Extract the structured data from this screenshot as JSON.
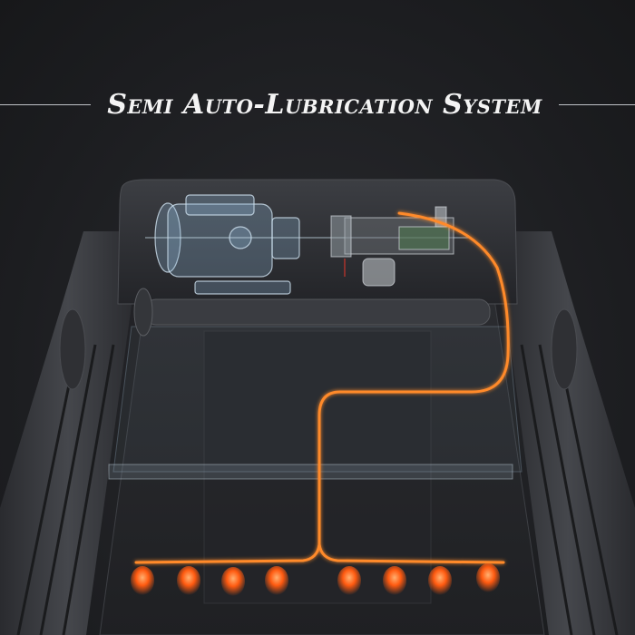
{
  "title": "Semi Auto-Lubrication System",
  "colors": {
    "background": "#1e1f22",
    "frame": "#2e2f33",
    "rail": "#3a3b3f",
    "glass": "#8fb6d6",
    "lube_line": "#ff8a2a",
    "glow": "#ff5a10"
  },
  "icons": [
    "motor-unit",
    "control-board",
    "lubrication-line",
    "lubrication-nozzle"
  ],
  "nozzle_count": 8
}
